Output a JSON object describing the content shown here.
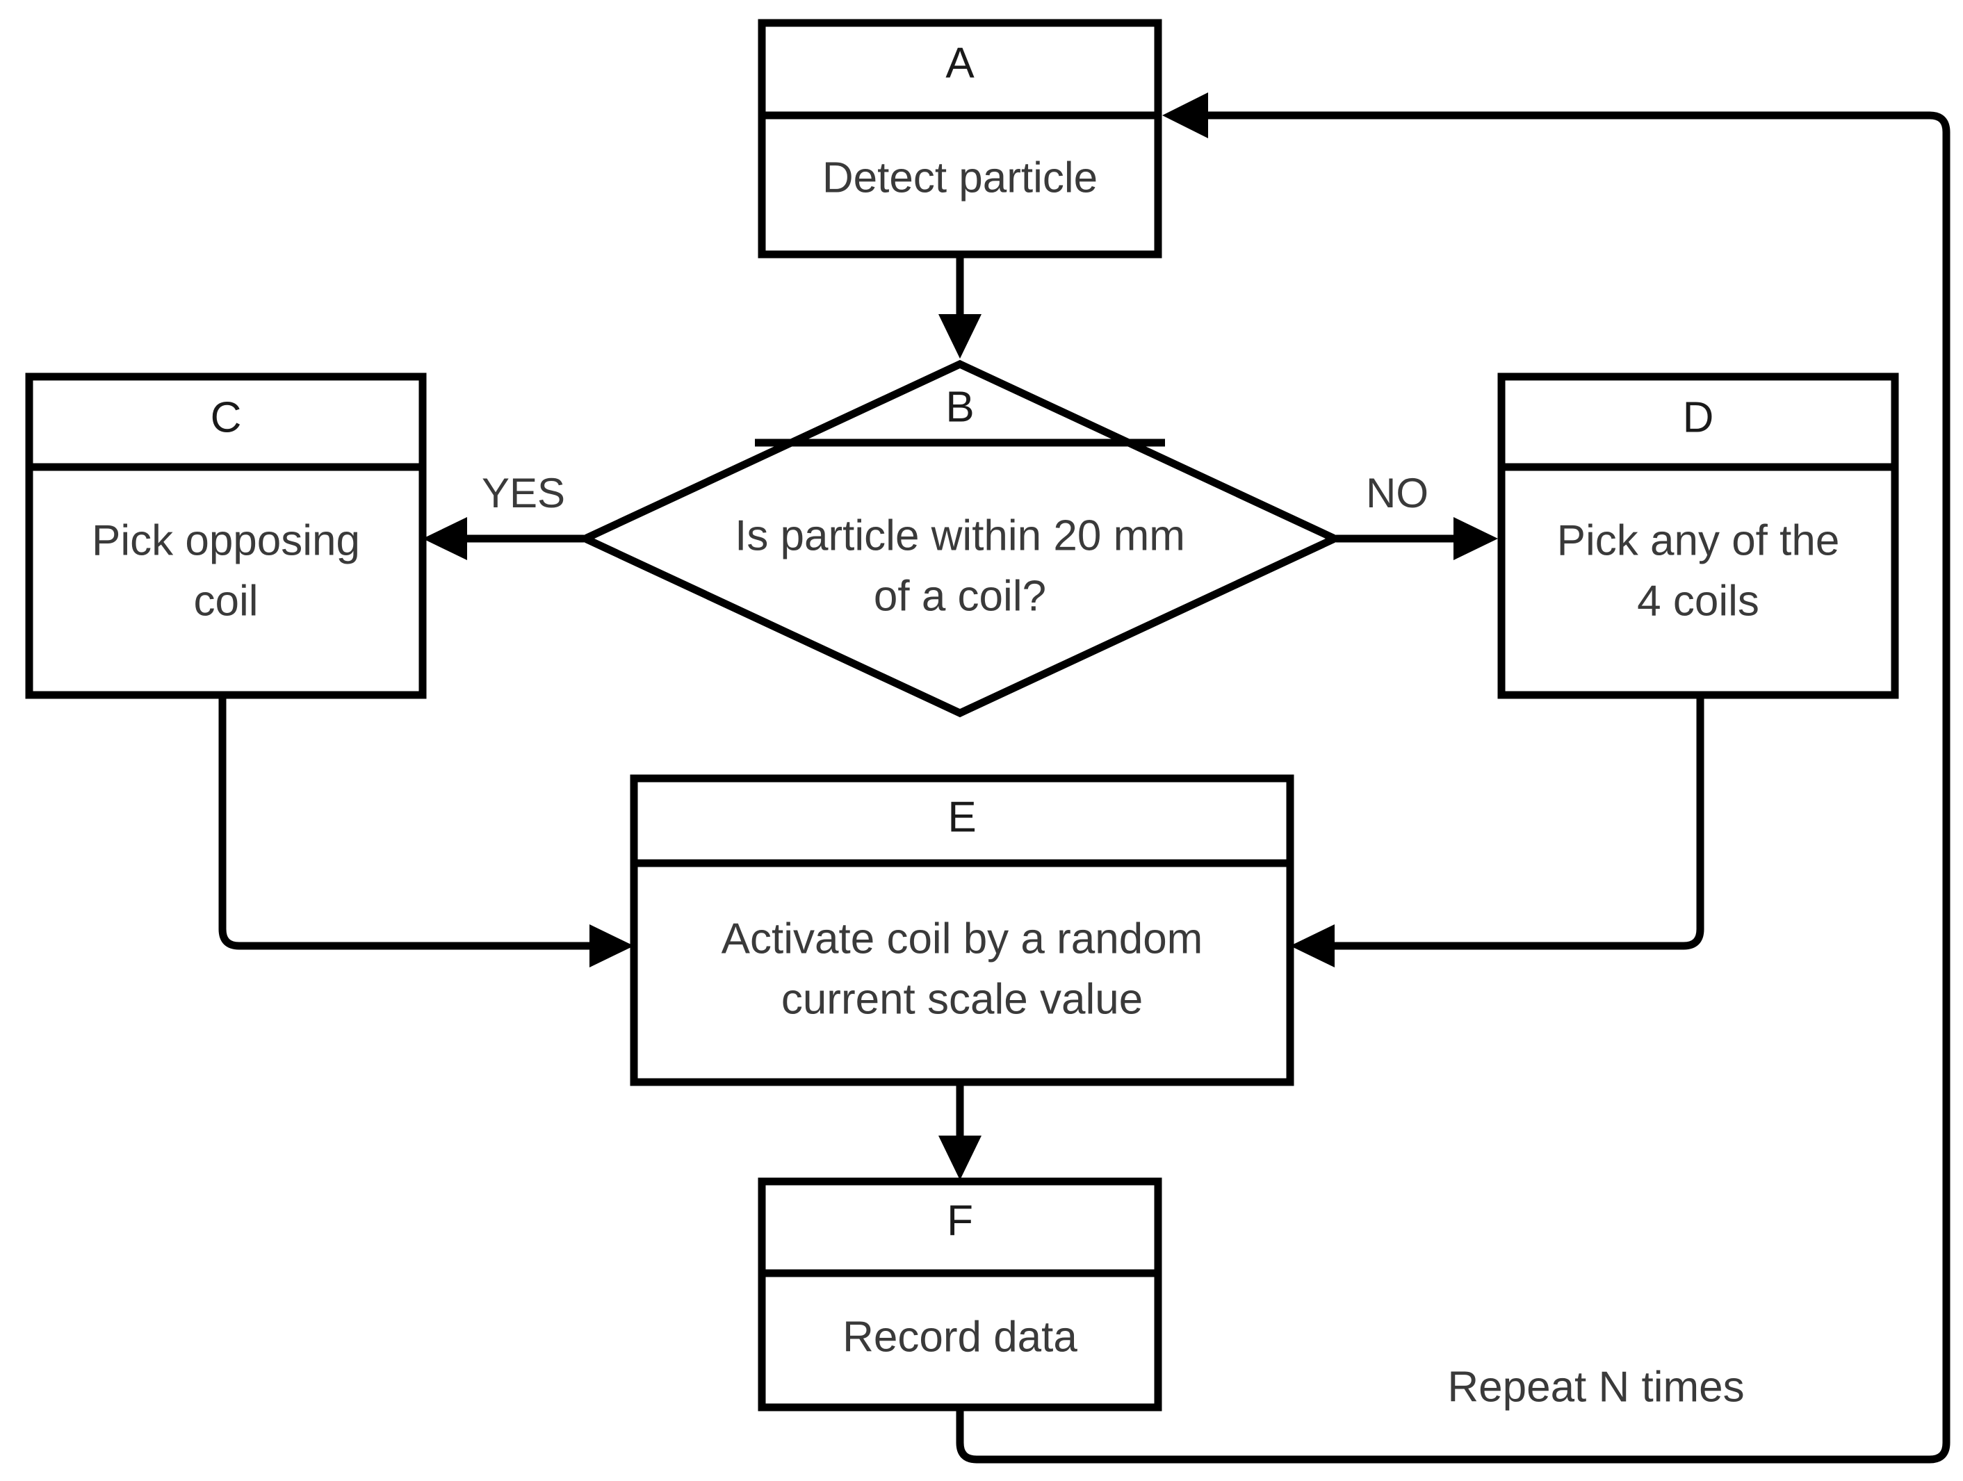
{
  "diagram": {
    "kind": "flowchart",
    "background_color": "#ffffff",
    "line_color": "#000000",
    "text_color": "#3a3a3a",
    "nodes": [
      {
        "key": "A",
        "id_label": "A",
        "shape": "process",
        "body_lines": [
          "Detect particle"
        ]
      },
      {
        "key": "B",
        "id_label": "B",
        "shape": "decision",
        "body_lines": [
          "Is particle within 20 mm",
          "of a coil?"
        ]
      },
      {
        "key": "C",
        "id_label": "C",
        "shape": "process",
        "body_lines": [
          "Pick opposing",
          "coil"
        ]
      },
      {
        "key": "D",
        "id_label": "D",
        "shape": "process",
        "body_lines": [
          "Pick any of the",
          "4 coils"
        ]
      },
      {
        "key": "E",
        "id_label": "E",
        "shape": "process",
        "body_lines": [
          "Activate coil by a random",
          "current scale value"
        ]
      },
      {
        "key": "F",
        "id_label": "F",
        "shape": "process",
        "body_lines": [
          "Record data"
        ]
      }
    ],
    "edges": [
      {
        "from": "A",
        "to": "B",
        "label": ""
      },
      {
        "from": "B",
        "to": "C",
        "label": "YES"
      },
      {
        "from": "B",
        "to": "D",
        "label": "NO"
      },
      {
        "from": "C",
        "to": "E",
        "label": ""
      },
      {
        "from": "D",
        "to": "E",
        "label": ""
      },
      {
        "from": "E",
        "to": "F",
        "label": ""
      },
      {
        "from": "F",
        "to": "A",
        "label": "Repeat N times"
      }
    ],
    "labels": {
      "yes": "YES",
      "no": "NO",
      "loop": "Repeat N times"
    }
  }
}
